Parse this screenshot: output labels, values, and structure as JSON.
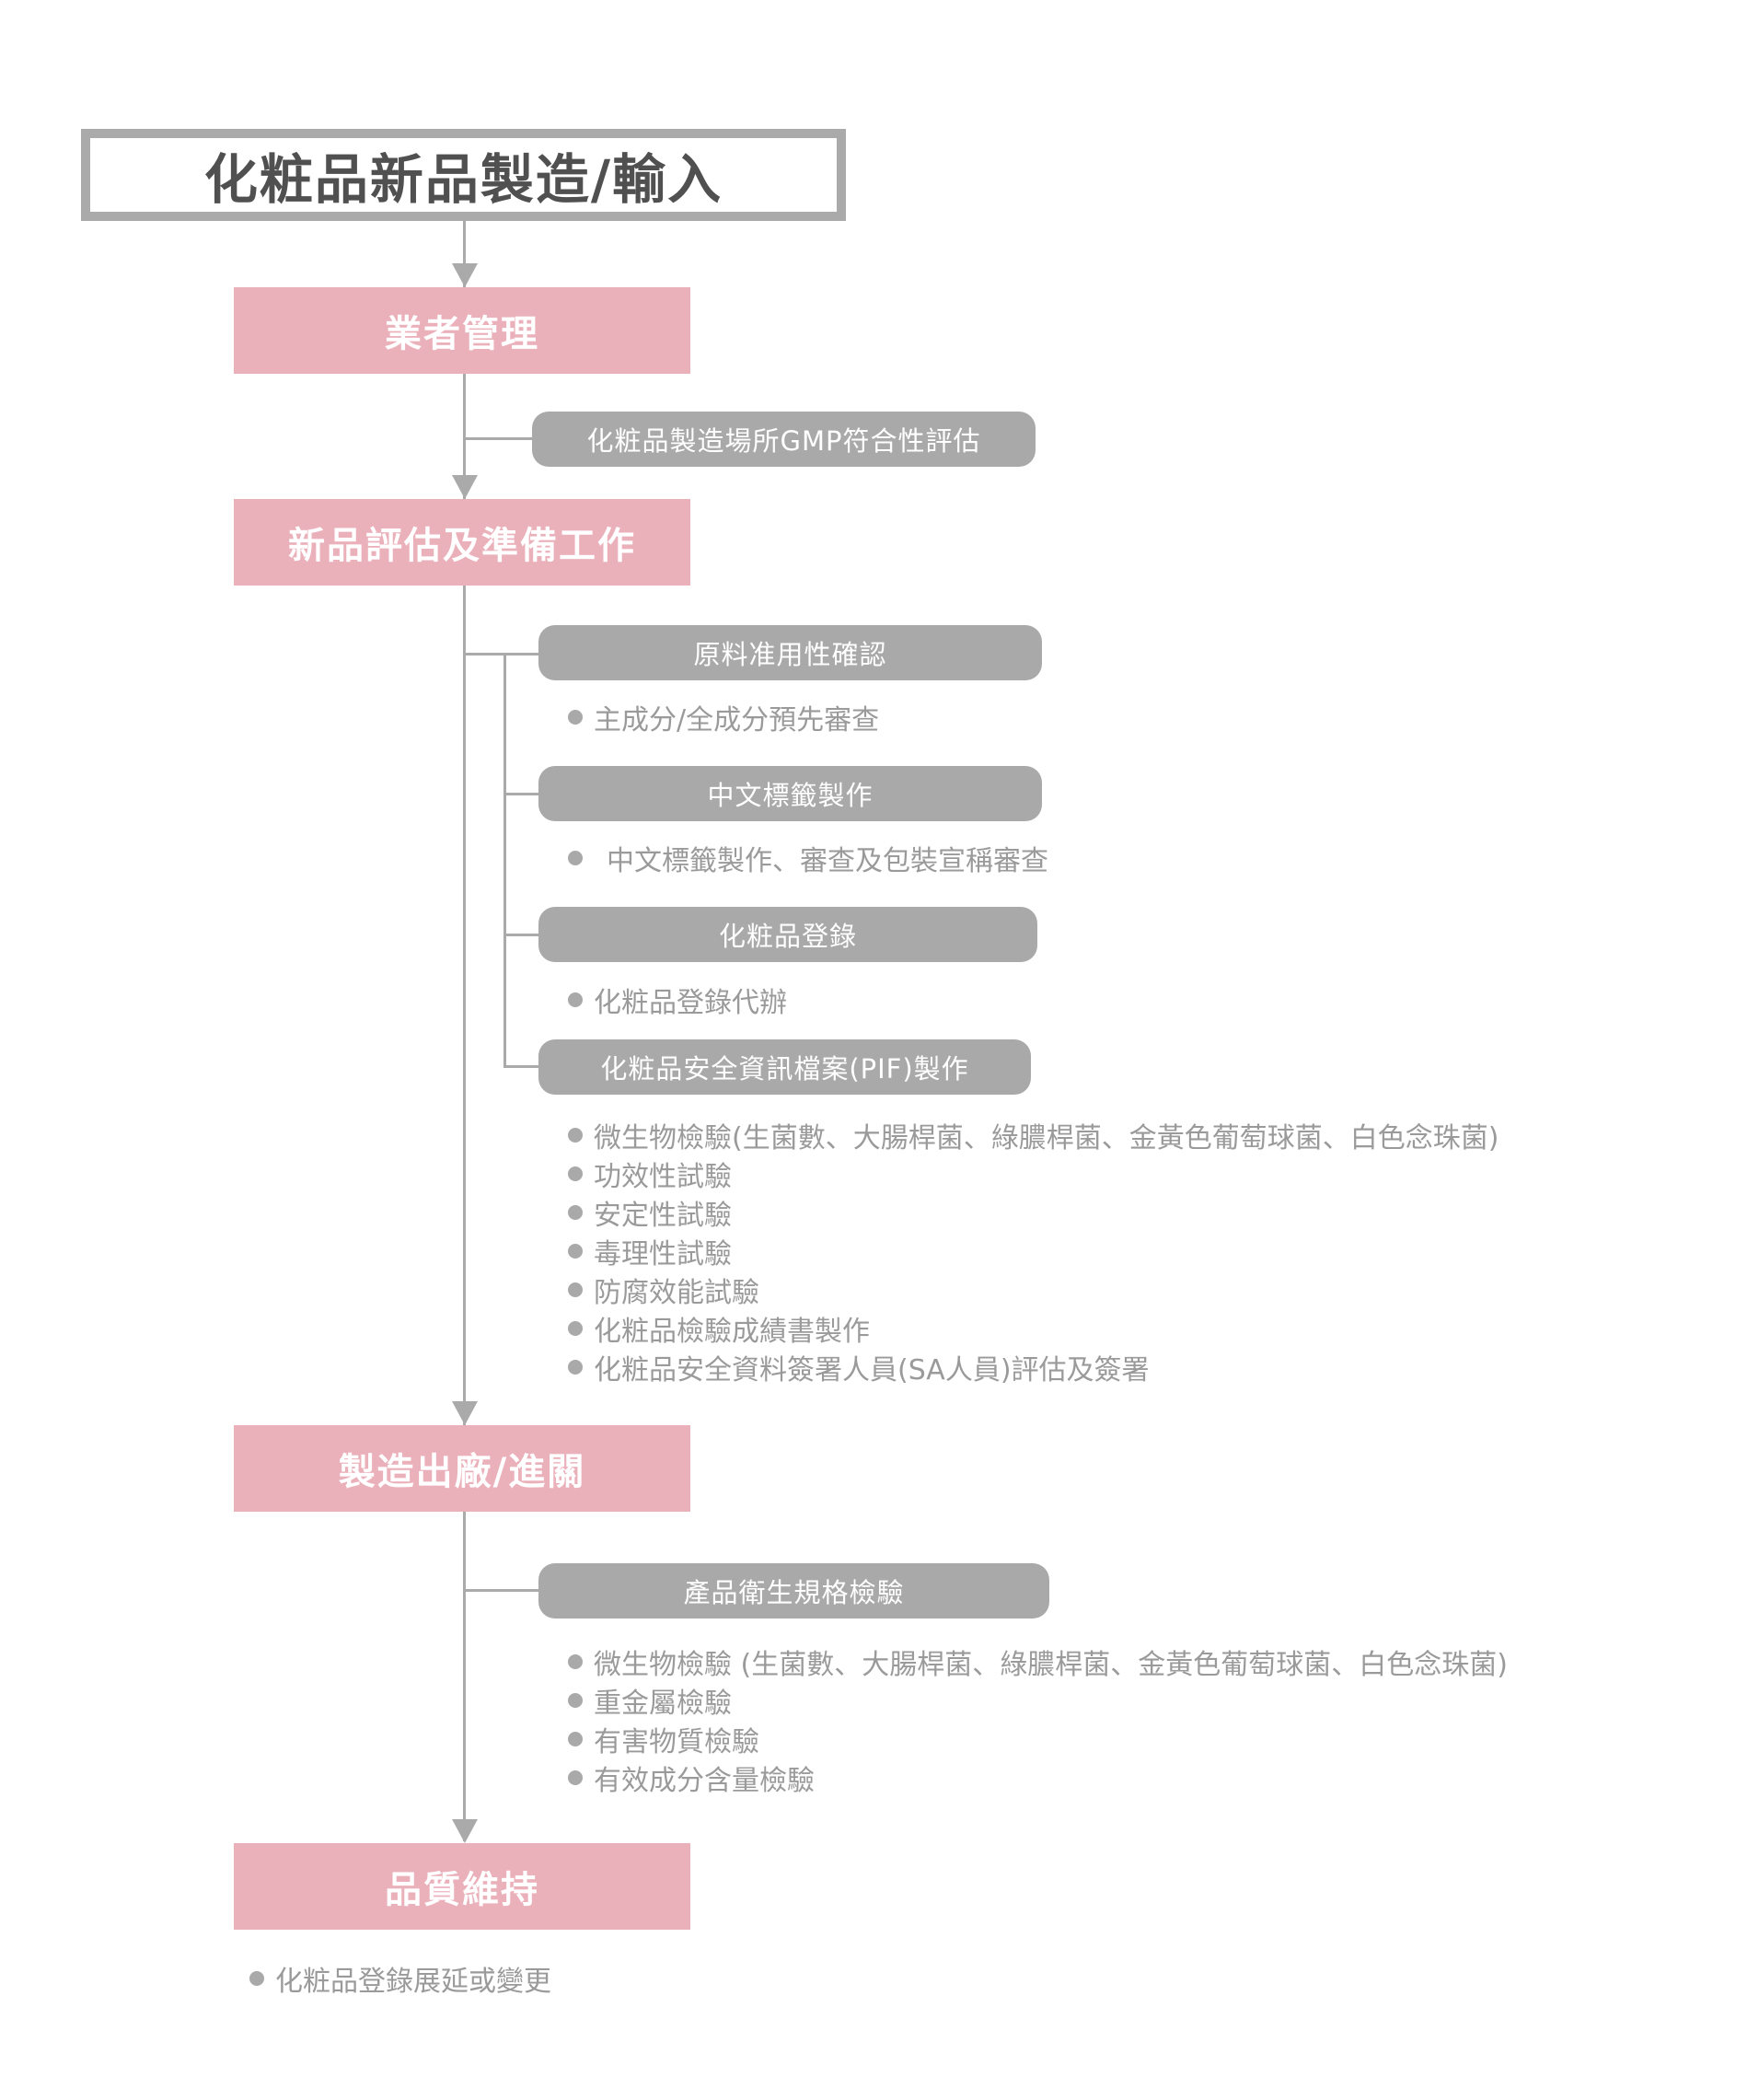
{
  "title": "化粧品新品製造/輸入",
  "stages": [
    {
      "label": "業者管理"
    },
    {
      "label": "新品評估及準備工作"
    },
    {
      "label": "製造出廠/進關"
    },
    {
      "label": "品質維持"
    }
  ],
  "steps": {
    "gmp": "化粧品製造場所GMP符合性評估",
    "raw": "原料准用性確認",
    "label": "中文標籤製作",
    "register": "化粧品登錄",
    "pif": "化粧品安全資訊檔案(PIF)製作",
    "hygiene": "產品衛生規格檢驗"
  },
  "bullets": {
    "raw": [
      "主成分/全成分預先審查"
    ],
    "label": [
      "中文標籤製作、審查及包裝宣稱審查"
    ],
    "register": [
      "化粧品登錄代辦"
    ],
    "pif": [
      "微生物檢驗(生菌數、大腸桿菌、綠膿桿菌、金黃色葡萄球菌、白色念珠菌)",
      "功效性試驗",
      "安定性試驗",
      "毒理性試驗",
      "防腐效能試驗",
      "化粧品檢驗成績書製作",
      "化粧品安全資料簽署人員(SA人員)評估及簽署"
    ],
    "hygiene": [
      "微生物檢驗 (生菌數、大腸桿菌、綠膿桿菌、金黃色葡萄球菌、白色念珠菌)",
      "重金屬檢驗",
      "有害物質檢驗",
      "有效成分含量檢驗"
    ],
    "quality": [
      "化粧品登錄展延或變更"
    ]
  },
  "colors": {
    "stage": "#ebb1bb",
    "pill": "#a9a9a9",
    "line": "#aaaaaa",
    "text": "#9a9a9a"
  }
}
